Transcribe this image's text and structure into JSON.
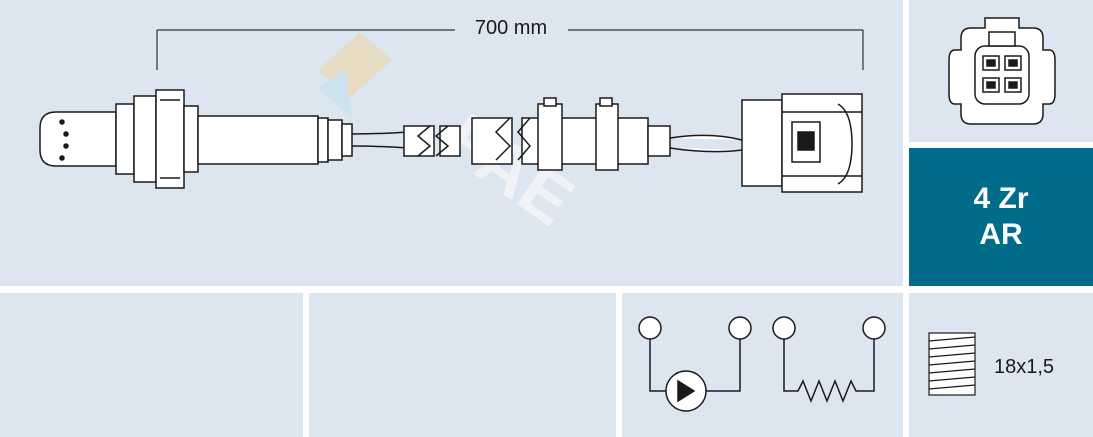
{
  "dimension": {
    "length_label": "700 mm"
  },
  "badge": {
    "line1": "4 Zr",
    "line2": "AR",
    "color": "#006c8a"
  },
  "thread": {
    "label": "18x1,5"
  },
  "watermark": {
    "text": "FAE"
  },
  "icons": {
    "connector": "connector-face-icon",
    "wiring": "wiring-diagram-icon",
    "thread": "thread-icon",
    "sensor": "lambda-sensor-drawing"
  },
  "colors": {
    "panel": "#dce6f1",
    "line": "#1a1a1a"
  }
}
